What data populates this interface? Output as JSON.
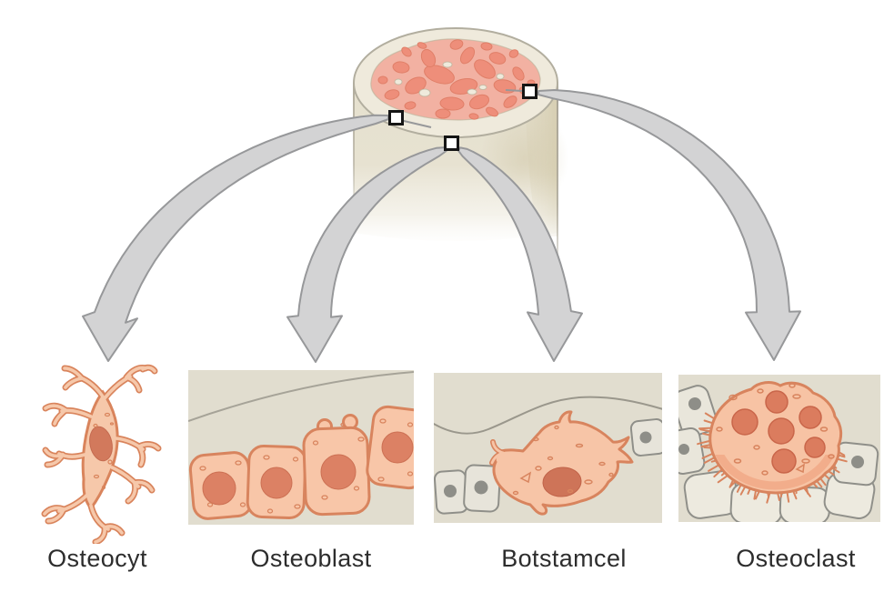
{
  "diagram": {
    "subject": "bone-cell-types",
    "bone_illustration": "bone-cross-section",
    "zoom_markers": [
      {
        "name": "zoom-marker-left"
      },
      {
        "name": "zoom-marker-bottom-center"
      },
      {
        "name": "zoom-marker-right"
      }
    ]
  },
  "cells": [
    {
      "id": "osteocyt",
      "label": "Osteocyt"
    },
    {
      "id": "osteoblast",
      "label": "Osteoblast"
    },
    {
      "id": "botstamcel",
      "label": "Botstamcel"
    },
    {
      "id": "osteoclast",
      "label": "Osteoclast"
    }
  ],
  "colors": {
    "background": "#ffffff",
    "panel_beige": "#e1ddcf",
    "bone_cream": "#efeadc",
    "bone_wall": "#e6e1cf",
    "bone_edge": "#b2ae9f",
    "spongy_pink": "#f2b1a2",
    "spongy_salmon": "#ee8e7a",
    "cell_peach": "#f7c5a7",
    "cell_outline": "#d8845e",
    "nucleus_salmon": "#d2795c",
    "gray_cell": "#e7e4da",
    "gray_cell_outline": "#8f8f89",
    "gray_nucleus": "#8e8e88",
    "arrow_fill": "#d3d3d4",
    "arrow_stroke": "#97989a",
    "label_text": "#2d2d2d",
    "marker_border": "#151515"
  }
}
